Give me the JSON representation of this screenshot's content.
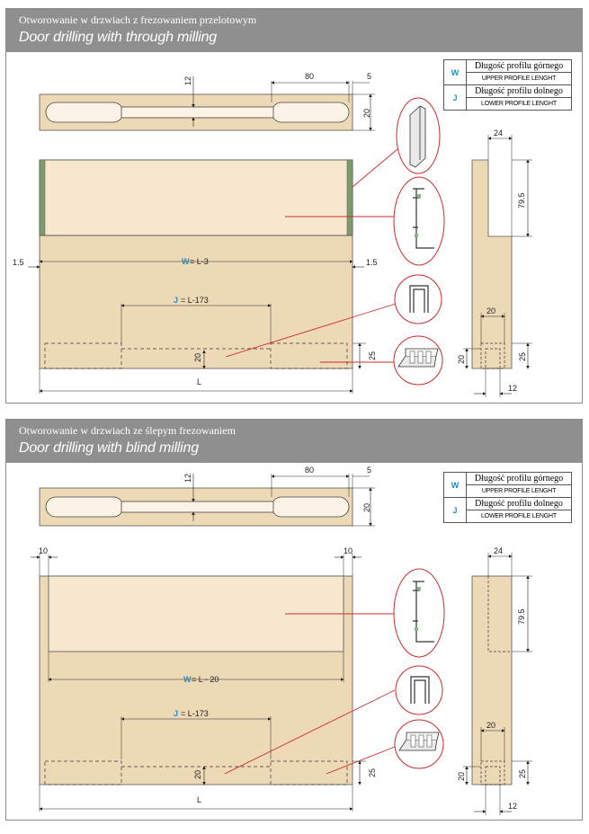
{
  "top_caption": "",
  "panels": [
    {
      "title_pl": "Otworowanie w drzwiach z frezowaniem przelotowym",
      "title_en": "Door drilling with through milling",
      "legend": [
        {
          "symbol": "W",
          "pl": "Długość profilu górnego",
          "en": "UPPER PROFILE LENGHT"
        },
        {
          "symbol": "J",
          "pl": "Długość profilu dolnego",
          "en": "LOWER PROFILE LENGHT"
        }
      ],
      "dims": {
        "twelve": "12",
        "eighty": "80",
        "five": "5",
        "twenty_right": "20",
        "side_left": "1.5",
        "side_right": "1.5",
        "w_label": "W",
        "w_formula": "= L-3",
        "j_label": "J",
        "j_formula": "= L-173",
        "groove": "20",
        "height": "25",
        "length": "L",
        "side_24": "24",
        "side_79": "79.5",
        "side_20": "20",
        "side_20b": "20",
        "side_25": "25",
        "side_12": "12"
      }
    },
    {
      "title_pl": "Otworowanie w drzwiach ze ślepym frezowaniem",
      "title_en": "Door drilling with blind milling",
      "legend": [
        {
          "symbol": "W",
          "pl": "Długość profilu górnego",
          "en": "UPPER PROFILE LENGHT"
        },
        {
          "symbol": "J",
          "pl": "Długość profilu dolnego",
          "en": "LOWER PROFILE LENGHT"
        }
      ],
      "dims": {
        "twelve": "12",
        "eighty": "80",
        "five": "5",
        "twenty_right": "20",
        "side_left": "10",
        "side_right": "10",
        "w_label": "W",
        "w_formula": "= L - 20",
        "j_label": "J",
        "j_formula": "= L-173",
        "groove": "20",
        "height": "25",
        "length": "L",
        "side_24": "24",
        "side_79": "79.5",
        "side_20": "20",
        "side_20b": "20",
        "side_25": "25",
        "side_12": "12"
      }
    }
  ],
  "colors": {
    "wood": "#eed9b6",
    "glass": "#f7e7cf",
    "green": "#7f9b6a",
    "red": "#cf2b2b",
    "blue": "#1a8ed1",
    "header": "#8f8f8f"
  }
}
